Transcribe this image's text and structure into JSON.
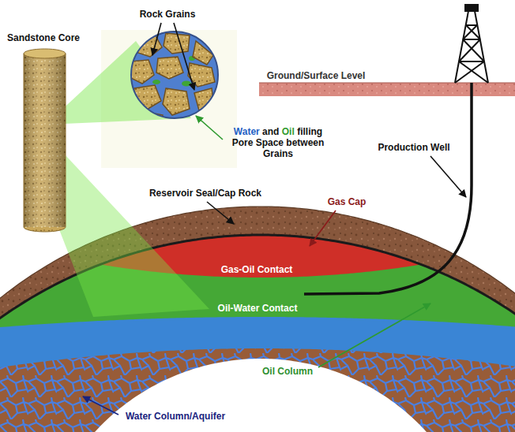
{
  "diagram": {
    "labels": [
      "Rock Grains",
      "Sandstone Core",
      "Water and Oil filling Pore Space between Grains",
      "Ground/Surface Level",
      "Production Well",
      "Reservoir Seal/Cap Rock",
      "Gas Cap",
      "Gas-Oil Contact",
      "Oil-Water Contact",
      "Oil Column",
      "Water Column/Aquifer"
    ]
  }
}
